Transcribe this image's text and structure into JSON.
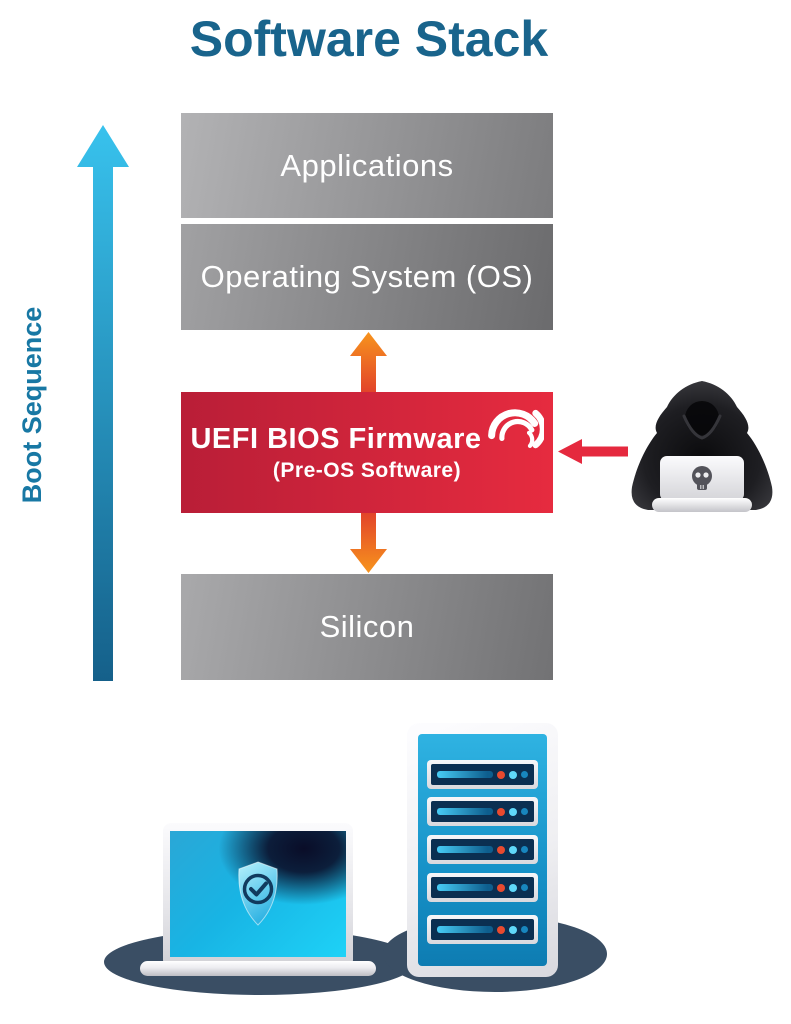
{
  "title": "Software Stack",
  "boot_axis": {
    "label": "Boot Sequence",
    "arrow_icon": "blue-up-arrow"
  },
  "stack": {
    "layers": [
      {
        "label": "Applications",
        "kind": "gray"
      },
      {
        "label": "Operating System (OS)",
        "kind": "gray"
      },
      {
        "label": "UEFI BIOS Firmware",
        "sublabel": "(Pre-OS Software)",
        "kind": "red",
        "logo_icon": "firmware-swoosh-logo"
      },
      {
        "label": "Silicon",
        "kind": "gray"
      }
    ]
  },
  "arrows": {
    "os_uefi": "orange-up-arrow",
    "uefi_silicon": "orange-down-arrow",
    "attack": "red-left-arrow"
  },
  "icons": {
    "attacker": "hacker-hooded-skull-laptop-icon",
    "secure_laptop": "laptop-with-shield-check-icon",
    "server": "server-rack-icon"
  },
  "colors": {
    "title_blue": "#19648C",
    "boot_label_blue": "#1878A4",
    "boot_arrow_top": "#38C2ED",
    "boot_arrow_bottom": "#15608A",
    "layer_gray_light": "#ABABAD",
    "layer_gray_dark": "#6F6F71",
    "uefi_red_left": "#B91E37",
    "uefi_red_right": "#E62B3F",
    "interface_orange": "#F7941D",
    "interface_red_orange": "#E2442A",
    "attack_red": "#E5293E",
    "device_cyan": "#18B4E4",
    "bay_navy": "#0B2F51",
    "shadow_slate": "#3A4E64"
  }
}
